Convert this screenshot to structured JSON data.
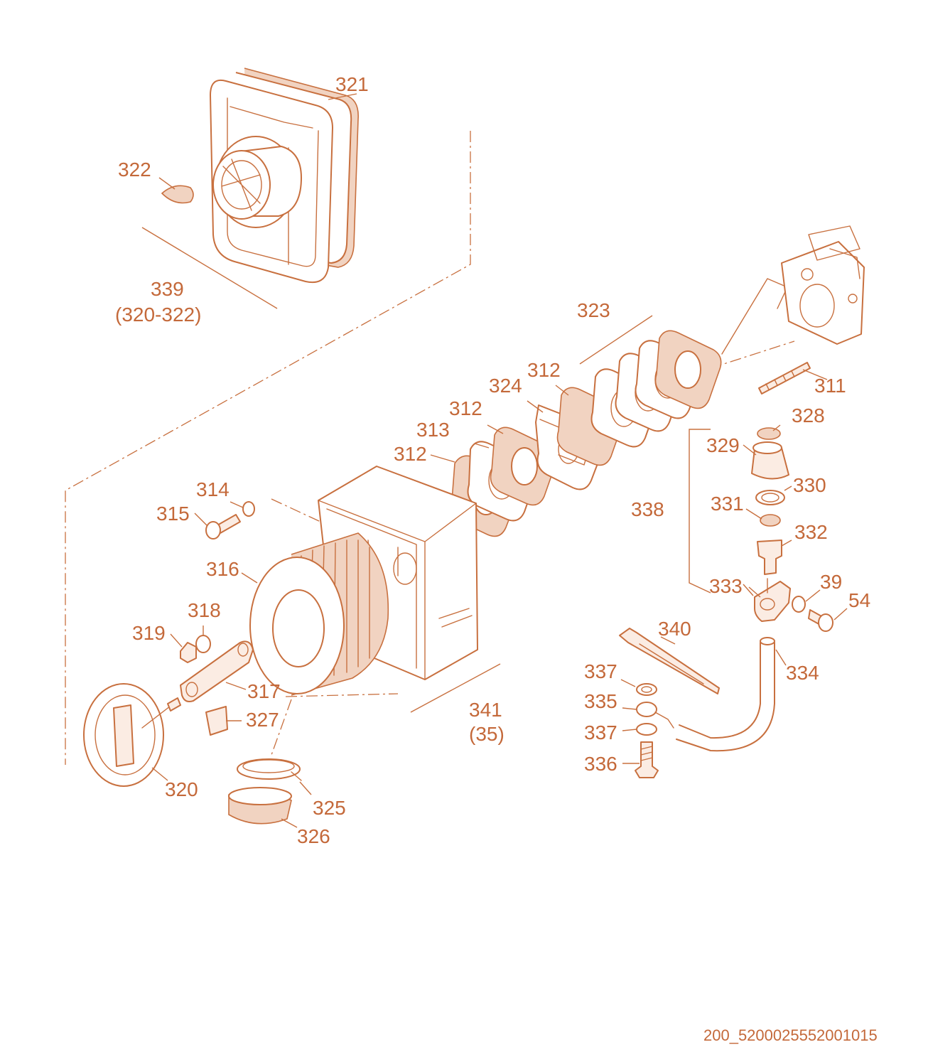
{
  "colors": {
    "line": "#c8703f",
    "text": "#c4693a",
    "fill": "#fbece3"
  },
  "labels": {
    "l321": "321",
    "l322": "322",
    "l339": "339",
    "l339sub": "(320-322)",
    "l323": "323",
    "l311": "311",
    "l312a": "312",
    "l324": "324",
    "l312b": "312",
    "l313": "313",
    "l312c": "312",
    "l328": "328",
    "l329": "329",
    "l330": "330",
    "l338": "338",
    "l331": "331",
    "l332": "332",
    "l333": "333",
    "l39": "39",
    "l54": "54",
    "l314": "314",
    "l315": "315",
    "l316": "316",
    "l318": "318",
    "l319": "319",
    "l317": "317",
    "l327": "327",
    "l320": "320",
    "l325": "325",
    "l326": "326",
    "l340": "340",
    "l334": "334",
    "l337a": "337",
    "l335": "335",
    "l337b": "337",
    "l336": "336",
    "l341": "341",
    "l341sub": "(35)"
  },
  "footer": {
    "drawing_code": "200_5200025552001015"
  }
}
